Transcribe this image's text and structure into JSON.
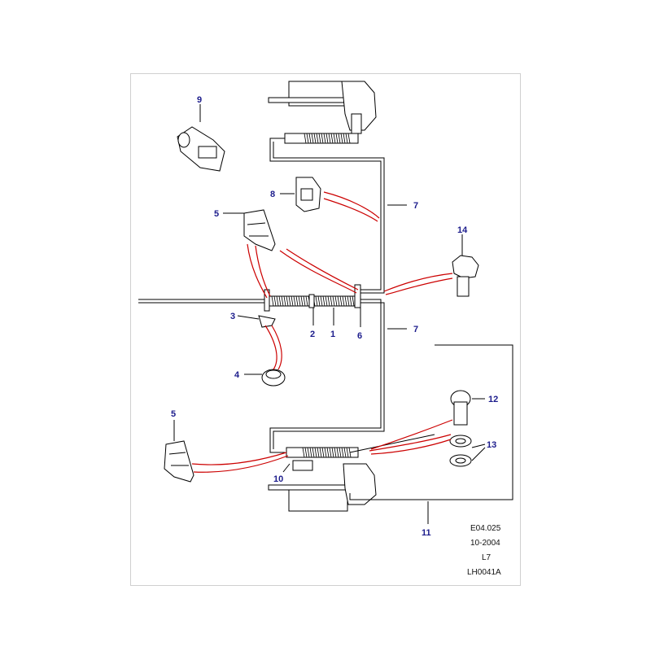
{
  "callouts": {
    "c1": "1",
    "c2": "2",
    "c3": "3",
    "c4": "4",
    "c5a": "5",
    "c5b": "5",
    "c6": "6",
    "c7a": "7",
    "c7b": "7",
    "c8": "8",
    "c9": "9",
    "c10": "10",
    "c11": "11",
    "c12": "12",
    "c13": "13",
    "c14": "14"
  },
  "reference": {
    "code": "E04.025",
    "date": "10-2004",
    "model": "L7",
    "drawing": "LH0041A"
  },
  "colors": {
    "callout_text": "#1c1c8c",
    "leader_red": "#cc0000",
    "line": "#000000",
    "frame": "#cfcfcf"
  }
}
